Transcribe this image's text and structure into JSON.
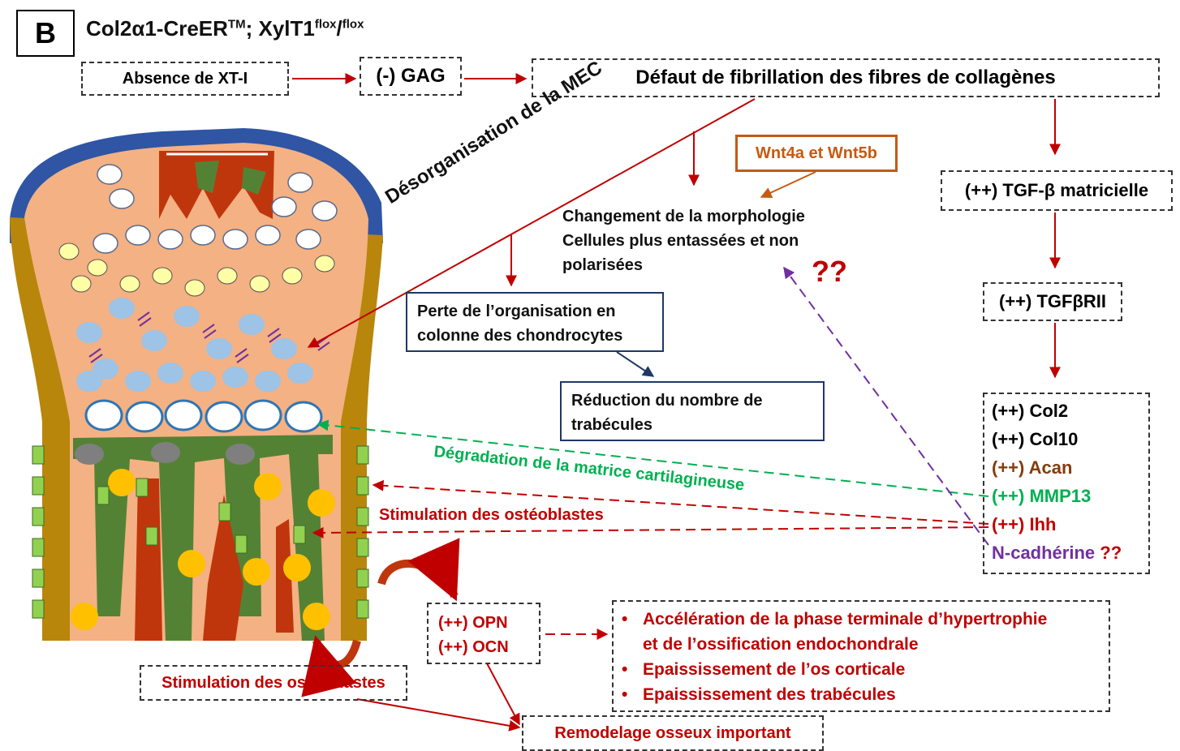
{
  "panel_letter": "B",
  "title": {
    "main": "Col2α1-CreER",
    "tm": "TM",
    "mid": "; XylT1",
    "sup1": "flox",
    "slash": "/",
    "sup2": "flox"
  },
  "boxes": {
    "absence": "Absence de XT-I",
    "gag": "(-) GAG",
    "defaut": "Défaut de fibrillation des fibres de collagènes",
    "wnt": "Wnt4a et Wnt5b",
    "tgfb": "(++) TGF-β matricielle",
    "tgfbrii": "(++) TGFβRII",
    "perte_l1": "Perte de l’organisation en",
    "perte_l2": "colonne des chondrocytes",
    "reduction_l1": "Réduction du nombre de",
    "reduction_l2": "trabécules",
    "opn": "(++) OPN",
    "ocn": "(++) OCN",
    "osteoclastes": "Stimulation des ostéoclastes",
    "remodelage": "Remodelage osseux important"
  },
  "morphology": {
    "l1": "Changement de la morphologie",
    "l2": "Cellules plus entassées et non",
    "l3": "polarisées",
    "qq": "??"
  },
  "mec_label": "Désorganisation de la MEC",
  "genes": [
    {
      "label": "(++) Col2",
      "color": "#111111"
    },
    {
      "label": "(++) Col10",
      "color": "#111111"
    },
    {
      "label": "(++) Acan",
      "color": "#843c0c"
    },
    {
      "label": "(++) MMP13",
      "color": "#00b050"
    },
    {
      "label": "(++) Ihh",
      "color": "#c00000"
    },
    {
      "label": "N-cadhérine",
      "color": "#7030a0",
      "extra": "??"
    }
  ],
  "degradation_label": "Dégradation de la matrice cartilagineuse",
  "osteoblastes_label": "Stimulation des ostéoblastes",
  "effects": [
    "Accélération de la phase terminale d’hypertrophie",
    "et de l’ossification endochondrale",
    "Epaississement de l’os corticale",
    "Epaississement des trabécules"
  ],
  "colors": {
    "red": "#c00000",
    "green": "#00b050",
    "purple": "#7030a0",
    "orange": "#c55a11",
    "navy": "#1f3864"
  }
}
